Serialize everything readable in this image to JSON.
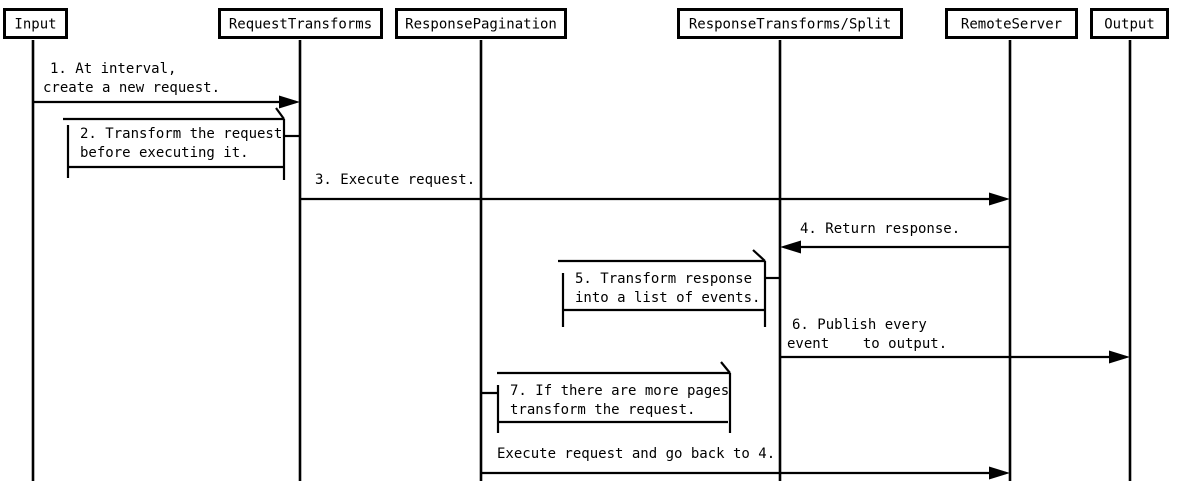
{
  "diagram": {
    "type": "sequence",
    "background_color": "#ffffff",
    "line_color": "#000000",
    "text_color": "#000000",
    "participants": [
      {
        "label": "Input"
      },
      {
        "label": "RequestTransforms"
      },
      {
        "label": "ResponsePagination"
      },
      {
        "label": "ResponseTransforms/Split"
      },
      {
        "label": "RemoteServer"
      },
      {
        "label": "Output"
      }
    ],
    "messages": [
      {
        "id": 1,
        "kind": "arrow",
        "from": "Input",
        "to": "RequestTransforms",
        "lines": [
          "1. At interval,",
          "create a new request."
        ]
      },
      {
        "id": 2,
        "kind": "self",
        "on": "RequestTransforms",
        "lines": [
          "2. Transform the request",
          "before executing it."
        ]
      },
      {
        "id": 3,
        "kind": "arrow",
        "from": "RequestTransforms",
        "to": "RemoteServer",
        "lines": [
          "3. Execute request."
        ]
      },
      {
        "id": 4,
        "kind": "arrow",
        "from": "RemoteServer",
        "to": "ResponseTransforms/Split",
        "lines": [
          "4. Return response."
        ]
      },
      {
        "id": 5,
        "kind": "self",
        "on": "ResponseTransforms/Split",
        "lines": [
          "5. Transform response",
          "into a list of events."
        ]
      },
      {
        "id": 6,
        "kind": "arrow",
        "from": "ResponseTransforms/Split",
        "to": "Output",
        "lines": [
          "6. Publish every",
          "event    to output."
        ]
      },
      {
        "id": 7,
        "kind": "self",
        "on": "ResponsePagination",
        "lines": [
          "7. If there are more pages",
          "transform the request."
        ]
      },
      {
        "id": 8,
        "kind": "arrow",
        "from": "ResponsePagination",
        "to": "RemoteServer",
        "lines": [
          "Execute request and go back to 4."
        ]
      }
    ]
  }
}
